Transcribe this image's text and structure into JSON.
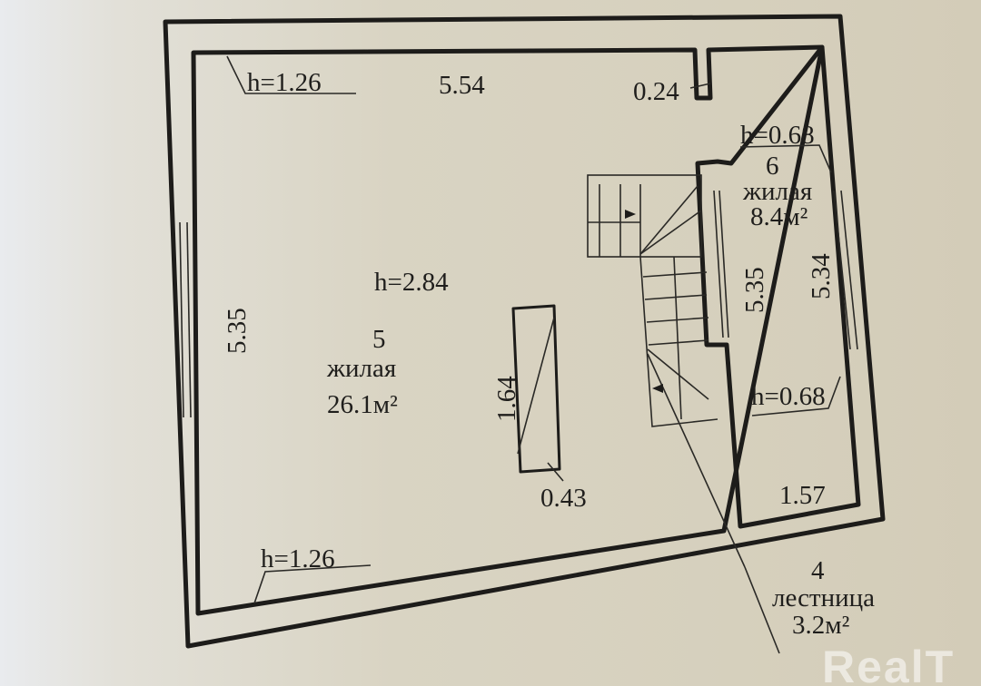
{
  "plan": {
    "top_h": "h=1.26",
    "top_width": "5.54",
    "niche": "0.24",
    "right_top_h": "h=0.68",
    "room6_number": "6",
    "room6_type": "жилая",
    "room6_area": "8.4м²",
    "room6_height": "5.35",
    "room6_height2": "5.34",
    "right_bottom_h": "h=0.68",
    "room6_width": "1.57",
    "room5_h": "h=2.84",
    "room5_number": "5",
    "room5_type": "жилая",
    "room5_area": "26.1м²",
    "left_height": "5.35",
    "chimney_length": "1.64",
    "chimney_width": "0.43",
    "bottom_h": "h=1.26",
    "room4_number": "4",
    "room4_type": "лестница",
    "room4_area": "3.2м²"
  },
  "watermark": "RealT"
}
